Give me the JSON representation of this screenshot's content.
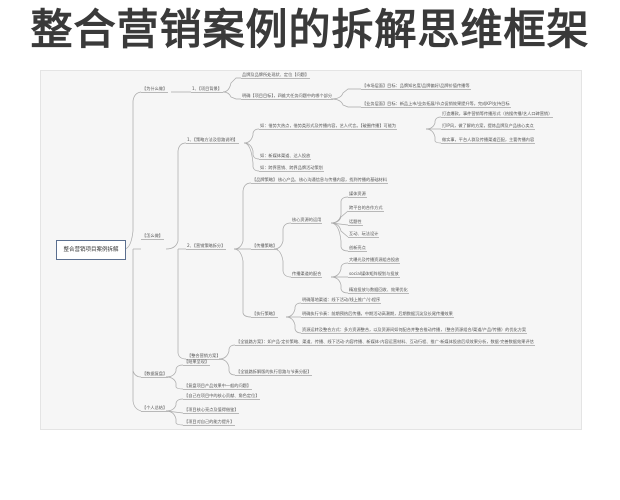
{
  "title": "整合营销案例的拆解思维框架",
  "mindmap": {
    "root": "整合营销项目案例拆解",
    "branches": {
      "why": {
        "label": "【为什么做】",
        "sub1": "1、【项目背景】",
        "sub1_items": [
          "品牌及品牌所处现状、定位【问题】",
          "明确【项目目标】，四维大任务问题中的哪个部分"
        ],
        "goal_items": [
          "【市场层面】目标：品牌知名度/品牌偏好/品牌价值传播等",
          "【业务层面】目标：新品上市/业务拓展/节点促销效果提升等，完成KPI支持目标"
        ]
      },
      "what": {
        "label": "【怎么做】",
        "strategy": {
          "label": "1、【策略方法及思路说明】",
          "items": [
            "如：借势大热点，借势类形式及传播内容，艺人代言。【破圈传播】可能为",
            "如：新媒体渠道、达人投放",
            "如：跨界营销、跨界品牌活动策划"
          ],
          "detail_items": [
            "打造爆款，事件营销等传播形式（热搜传播/艺人口碑营销）",
            "打IP风，做了解的方案，提炼品牌及产品核心卖点",
            "做实事，平台人群及传播渠道匹配，主要传播内容"
          ]
        },
        "marketing": {
          "label": "2、【营销策略拆分】",
          "brand_strategy": {
            "label": "【品牌策略】",
            "text": "核心产品、核心沟通信息与传播内容，找到传播的基础材料"
          },
          "comm_strategy": {
            "label": "【传播策略】",
            "core": {
              "label": "核心资源的运用",
              "items": [
                "媒体资源",
                "跨平台的合作方式",
                "话题性",
                "互动、玩法设计",
                "创新亮点"
              ]
            },
            "channel": {
              "label": "传播渠道的配合",
              "items": [
                "大曝光及传播资源组合投放",
                "social媒体矩阵规划与投放",
                "精准投放与数据回收、效果优化"
              ]
            }
          },
          "execution": {
            "label": "【执行策略】",
            "items": [
              "明确落地渠道：线下活动/线上推广/小程序",
              "明确执行节奏：前期预热后传播，中期活动高潮期，后期数据沉淀及长尾传播效果",
              "资源运转及整合方式：多方资源整合，以及资源间如何配合并整合推动传播，（整合资源组合/渠道/产品/传播）的优化方案"
            ]
          }
        },
        "integrated": {
          "label": "【整合营销方案】",
          "items": [
            "【全链路方案】：如产品·定价策略、渠道、传播、线下活动·内容传播、新媒体·内容运营材料、互动行程、推广·新媒体投放后续效果分析，数据·完善数据效果评估",
            "【全链路拆解版的执行思路与节奏分配】"
          ]
        }
      },
      "results": {
        "label": "【数据复盘】",
        "items": [
          "【结果呈现】",
          "【复盘项目产品效果中一般的问题】"
        ]
      },
      "personal": {
        "label": "【个人总结】",
        "items": [
          "【自己在项目中的核心贡献、角色定位】",
          "【项目核心亮点及值得借鉴】",
          "【项目对自己的能力提升】"
        ]
      }
    }
  }
}
